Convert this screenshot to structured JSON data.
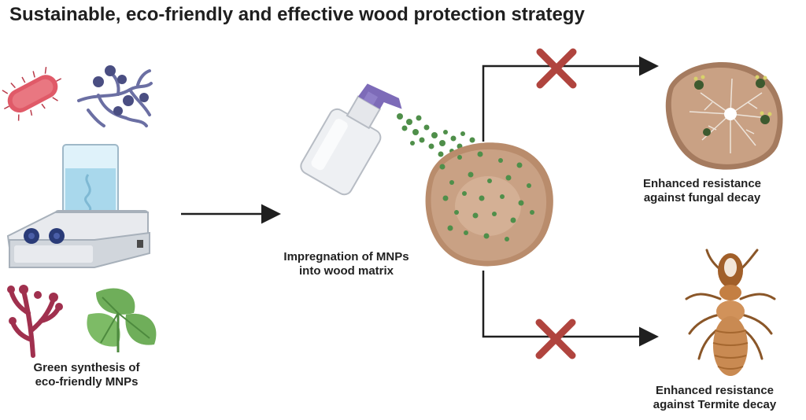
{
  "title": "Sustainable, eco-friendly and effective wood protection strategy",
  "labels": {
    "green_synthesis": [
      "Green synthesis of",
      "eco-friendly MNPs"
    ],
    "impregnation": [
      "Impregnation of MNPs",
      "into wood matrix"
    ],
    "fungal": [
      "Enhanced resistance",
      "against fungal decay"
    ],
    "termite": [
      "Enhanced resistance",
      "against Termite decay"
    ]
  },
  "colors": {
    "text": "#222222",
    "wood": "#c9a184",
    "wood_inner": "#d4b095",
    "nanoparticle": "#4f8f4a",
    "cross": "#b0443e",
    "bacterium": "#e05a68",
    "fungus": "#6b6fa3",
    "seaweed": "#a0304e",
    "leaf": "#6fae5a",
    "stirrer": "#e8eaee",
    "stirrer_knob": "#2a3b78",
    "beaker_liquid": "#a9d8ec",
    "termite": "#b8743a"
  }
}
